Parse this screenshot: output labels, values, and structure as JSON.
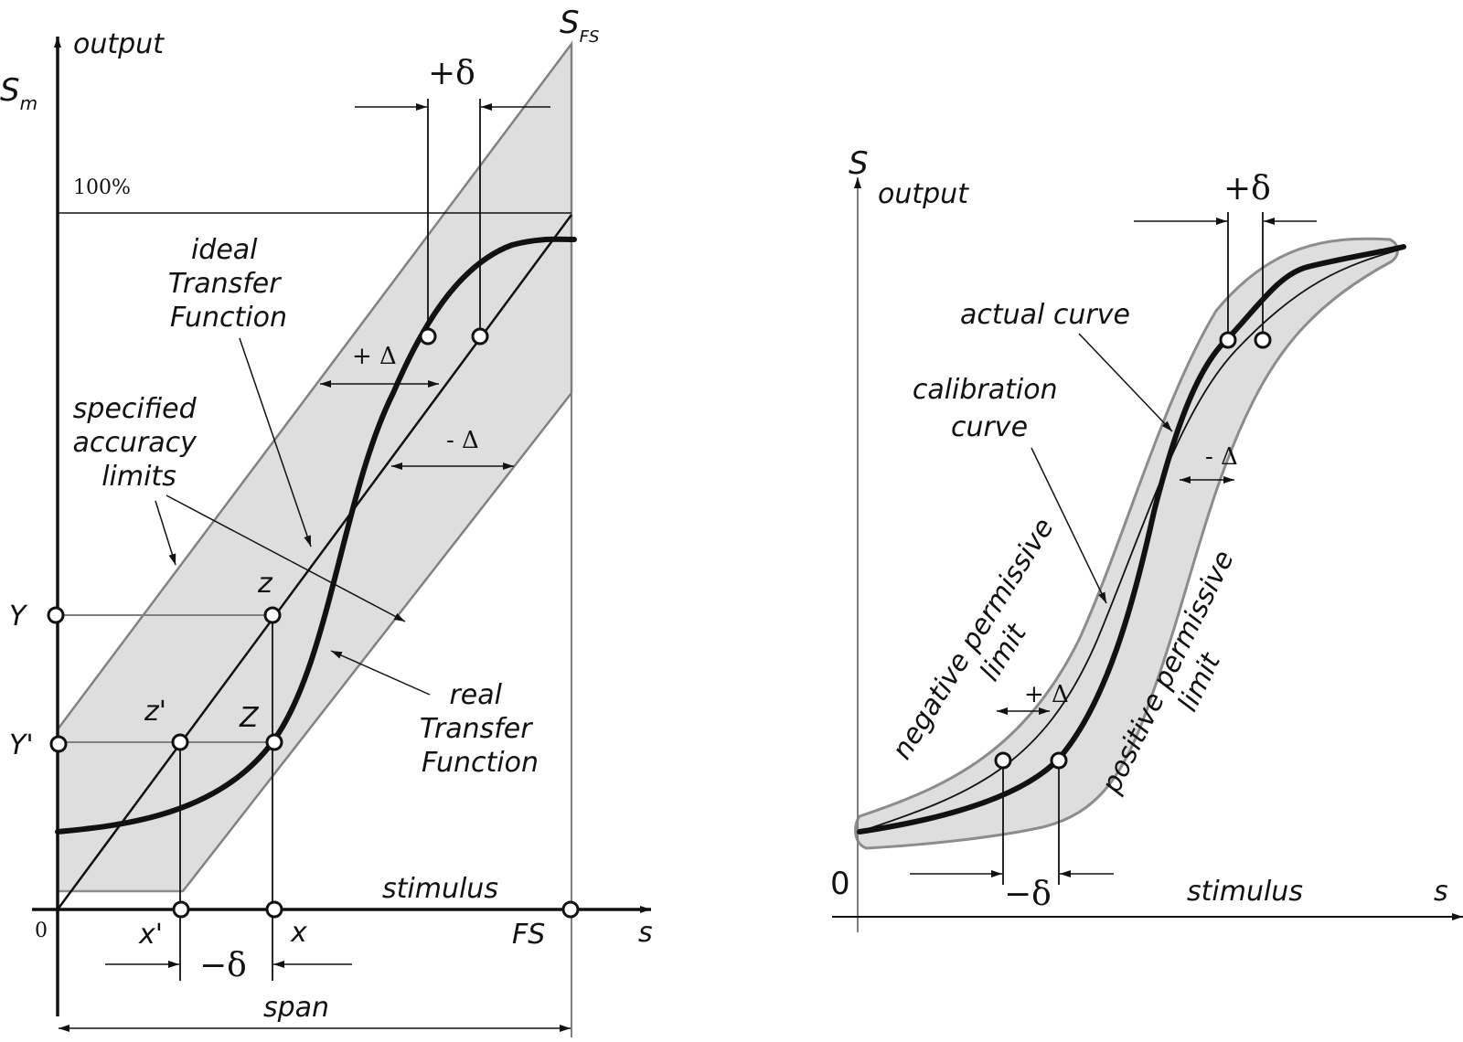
{
  "colors": {
    "band": "#dedede",
    "band_edge": "#8c8c8c",
    "ink": "#111111"
  },
  "left": {
    "y_axis_label": "output",
    "s_m": "S",
    "s_m_sub": "m",
    "s_fs": "S",
    "s_fs_sub": "FS",
    "plus_delta_top": "+δ",
    "hundred": "100%",
    "ideal_label": [
      "ideal",
      "Transfer",
      "Function"
    ],
    "accuracy_label": [
      "specified",
      "accuracy",
      "limits"
    ],
    "plus_Delta": "+ Δ",
    "minus_Delta": "- Δ",
    "z": "z",
    "z_prime": "z'",
    "Z": "Z",
    "Y": "Y",
    "Y_prime": "Y'",
    "real_label": [
      "real",
      "Transfer",
      "Function"
    ],
    "stimulus": "stimulus",
    "zero": "0",
    "x_prime": "x'",
    "x": "x",
    "FS": "FS",
    "s": "s",
    "minus_delta_bottom": "−δ",
    "span": "span"
  },
  "right": {
    "S": "S",
    "y_axis_label": "output",
    "plus_delta_top": "+δ",
    "actual_label": "actual curve",
    "calibration_label": [
      "calibration",
      "curve"
    ],
    "minus_Delta": "- Δ",
    "negative_label": [
      "negative permissive",
      "limit"
    ],
    "positive_label": [
      "positive permissive",
      "limit"
    ],
    "plus_Delta": "+ Δ",
    "zero": "0",
    "minus_delta_bottom": "−δ",
    "stimulus": "stimulus",
    "s": "s"
  }
}
